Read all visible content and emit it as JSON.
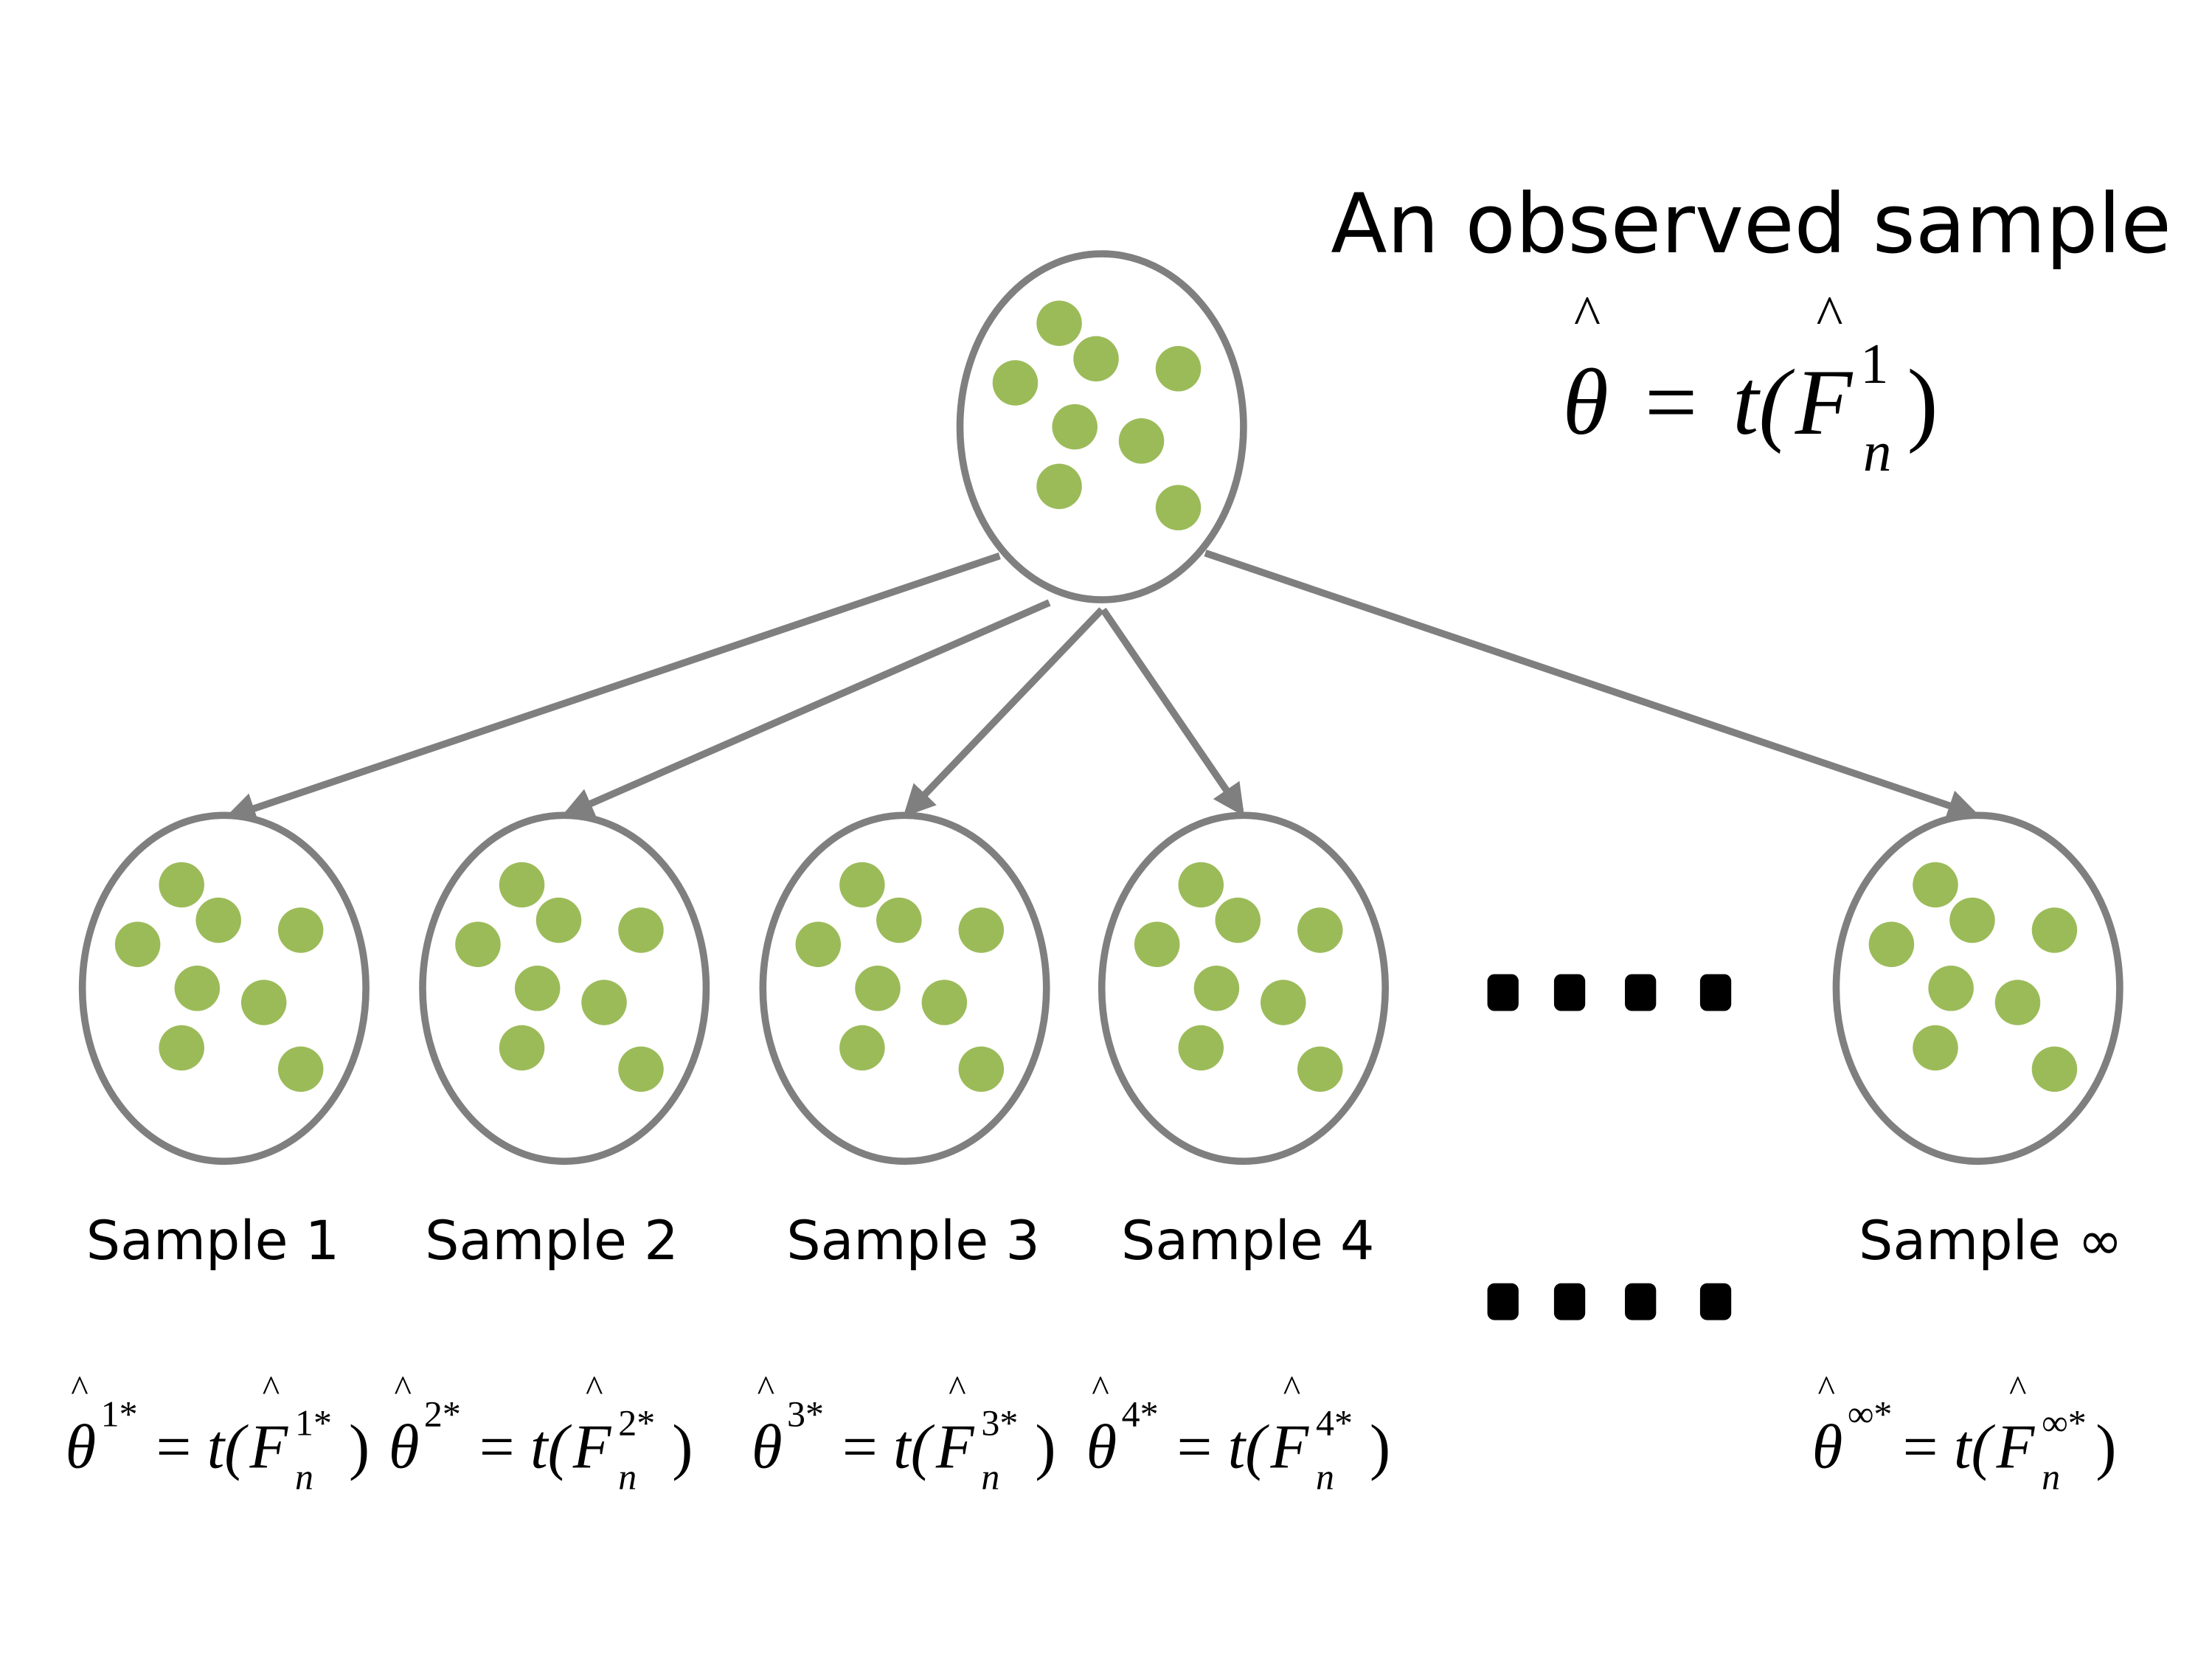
{
  "observed": {
    "title": "An observed sample",
    "formula": {
      "lhs": "θ",
      "hat": "^",
      "eq": "=",
      "fn": "t(",
      "F": "F",
      "sup": "1",
      "sub": "n",
      "close": ")"
    }
  },
  "samples": [
    {
      "label": "Sample 1",
      "sup": "1*"
    },
    {
      "label": "Sample 2",
      "sup": "2*"
    },
    {
      "label": "Sample 3",
      "sup": "3*"
    },
    {
      "label": "Sample 4",
      "sup": "4*"
    },
    {
      "label": "Sample ∞",
      "sup": "∞*"
    }
  ],
  "formula_parts": {
    "lhs": "θ",
    "hat": "^",
    "eq": "=",
    "fn": "t(",
    "F": "F",
    "sub": "n",
    "close": ")"
  },
  "colors": {
    "dot": "#9bbb59",
    "outline": "#7f7f7f",
    "text": "#000000"
  }
}
